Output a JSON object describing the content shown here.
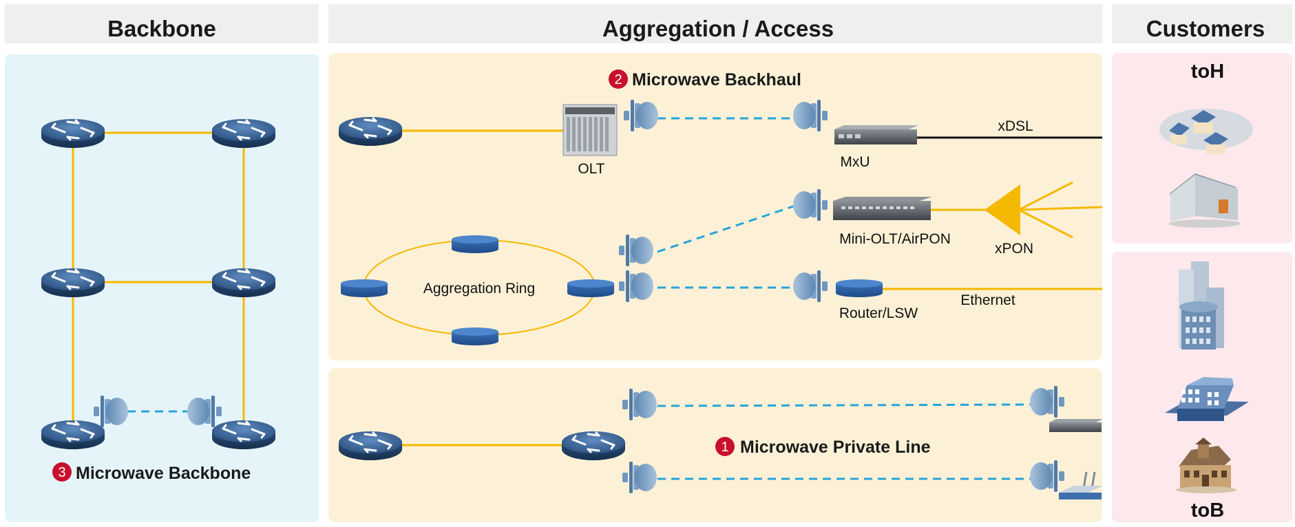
{
  "headers": {
    "backbone": "Backbone",
    "aggregation": "Aggregation / Access",
    "customers": "Customers"
  },
  "backbone_panel": {
    "badge": "3",
    "title": "Microwave Backbone"
  },
  "backhaul_panel": {
    "badge": "2",
    "title": "Microwave Backhaul",
    "labels": {
      "olt": "OLT",
      "mxu": "MxU",
      "xdsl": "xDSL",
      "mini_olt": "Mini-OLT/AirPON",
      "xpon": "xPON",
      "ring": "Aggregation Ring",
      "router_lsw": "Router/LSW",
      "ethernet": "Ethernet"
    }
  },
  "private_line_panel": {
    "badge": "1",
    "title": "Microwave Private Line"
  },
  "customers_panel": {
    "to_home": "toH",
    "to_business": "toB"
  },
  "colors": {
    "header_bg": "#edf0ec",
    "backbone_bg": "#e4f4f8",
    "agg_bg": "#fcf1d6",
    "customer_bg": "#fde8ec",
    "link_solid": "#f5b800",
    "link_microwave": "#27a3d8",
    "device_blue": "#2f5b8d",
    "badge_red": "#c8102e"
  },
  "icons": {
    "router": "router-icon",
    "microwave_antenna": "microwave-antenna-icon",
    "olt": "olt-chassis-icon",
    "switch": "switch-icon",
    "splitter": "pon-splitter-icon",
    "houses": "houses-icon",
    "building": "building-icon",
    "enterprise": "enterprise-building-icon",
    "villa": "villa-icon",
    "wifi_router": "wifi-router-icon"
  }
}
